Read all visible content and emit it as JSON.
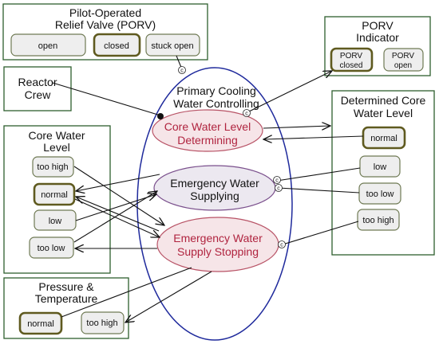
{
  "pilot_relief_valve": {
    "title_line1": "Pilot-Operated",
    "title_line2": "Relief Valve (PORV)",
    "states": [
      "open",
      "closed",
      "stuck open"
    ]
  },
  "porv_indicator": {
    "title": "PORV Indicator",
    "title_line1": "PORV",
    "title_line2": "Indicator",
    "state1_line1": "PORV",
    "state1_line2": "closed",
    "state2_line1": "PORV",
    "state2_line2": "open"
  },
  "reactor_crew": {
    "line1": "Reactor",
    "line2": "Crew"
  },
  "core_water_level": {
    "title_line1": "Core Water",
    "title_line2": "Level",
    "states": [
      "too high",
      "normal",
      "low",
      "too low"
    ]
  },
  "pressure_temperature": {
    "title_line1": "Pressure &",
    "title_line2": "Temperature",
    "states": [
      "normal",
      "too high"
    ]
  },
  "determined_core_water_level": {
    "title_line1": "Determined Core",
    "title_line2": "Water Level",
    "states": [
      "normal",
      "low",
      "too low",
      "too high"
    ]
  },
  "main_process": {
    "title_line1": "Primary Cooling",
    "title_line2": "Water Controlling"
  },
  "subprocesses": {
    "determining": {
      "line1": "Core Water Level",
      "line2": "Determining"
    },
    "supplying": {
      "line1": "Emergency Water",
      "line2": "Supplying"
    },
    "stopping": {
      "line1": "Emergency Water",
      "line2": "Supply Stopping"
    }
  },
  "condition_mark": "c",
  "colors": {
    "frame_border": "#2e5f2e",
    "state_fill": "#eeeeee",
    "selected_state_border": "#5f5a1f",
    "main_process_border": "#1f2a9c",
    "subprocess_red_text": "#b0243f",
    "subprocess_red_fill": "#f6e5e8",
    "subprocess_purple_fill": "#ece8f0"
  }
}
